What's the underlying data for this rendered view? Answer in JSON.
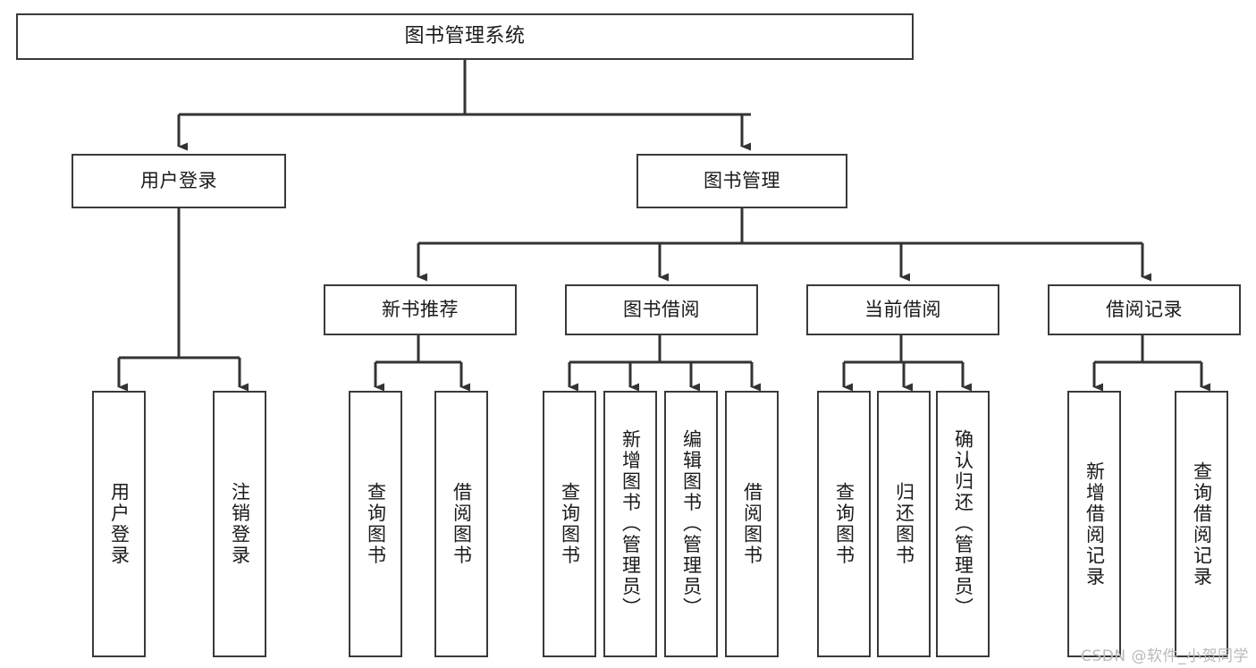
{
  "diagram": {
    "type": "tree",
    "title": "图书管理系统",
    "orientation": "top-down",
    "colors": {
      "node_border": "#3a3a3a",
      "node_fill": "#ffffff",
      "edge": "#333333",
      "text": "#1a1a1a",
      "background": "#ffffff",
      "watermark": "#b9b9b9"
    },
    "nodes": {
      "root": {
        "label": "图书管理系统"
      },
      "level2": [
        {
          "id": "user_login",
          "label": "用户登录"
        },
        {
          "id": "book_manage",
          "label": "图书管理"
        }
      ],
      "level3": [
        {
          "id": "new_book_rec",
          "label": "新书推荐"
        },
        {
          "id": "book_borrow",
          "label": "图书借阅"
        },
        {
          "id": "current_borrow",
          "label": "当前借阅"
        },
        {
          "id": "borrow_record",
          "label": "借阅记录"
        }
      ],
      "leaves": {
        "user_login": [
          {
            "id": "leaf_user_login",
            "label": "用户登录"
          },
          {
            "id": "leaf_logout",
            "label": "注销登录"
          }
        ],
        "new_book_rec": [
          {
            "id": "leaf_query_book_1",
            "label": "查询图书"
          },
          {
            "id": "leaf_borrow_book_1",
            "label": "借阅图书"
          }
        ],
        "book_borrow": [
          {
            "id": "leaf_query_book_2",
            "label": "查询图书"
          },
          {
            "id": "leaf_add_book",
            "label": "新增图书（管理员）"
          },
          {
            "id": "leaf_edit_book",
            "label": "编辑图书（管理员）"
          },
          {
            "id": "leaf_borrow_book_2",
            "label": "借阅图书"
          }
        ],
        "current_borrow": [
          {
            "id": "leaf_query_book_3",
            "label": "查询图书"
          },
          {
            "id": "leaf_return_book",
            "label": "归还图书"
          },
          {
            "id": "leaf_confirm_return",
            "label": "确认归还（管理员）"
          }
        ],
        "borrow_record": [
          {
            "id": "leaf_add_record",
            "label": "新增借阅记录"
          },
          {
            "id": "leaf_query_record",
            "label": "查询借阅记录"
          }
        ]
      }
    }
  },
  "watermark": {
    "text": "CSDN @软件_小贺同学"
  }
}
